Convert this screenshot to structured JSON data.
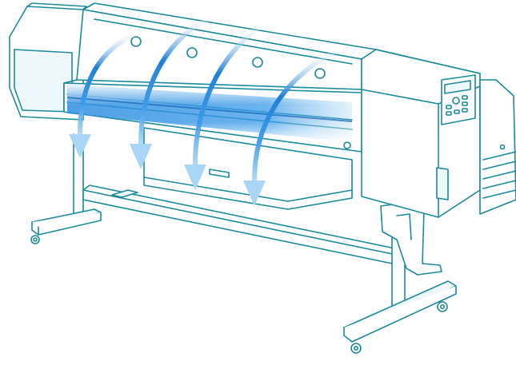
{
  "illustration": {
    "subject": "wide-format-printer-airflow",
    "colors": {
      "line": "#1a8a9c",
      "body_fill": "#ffffff",
      "shade_fill": "#eef8fa",
      "airflow_dark": "#1f7fd6",
      "airflow_light": "#a9d6f5",
      "band_glow": "#3d9be8"
    },
    "icons": [
      "printer-body",
      "stand-leg-left",
      "stand-leg-right",
      "airflow-arrow",
      "control-panel"
    ]
  }
}
